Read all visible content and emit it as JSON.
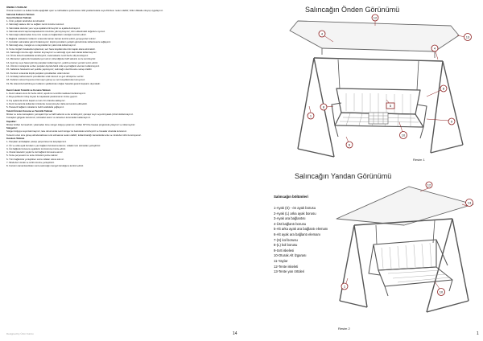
{
  "left_page": {
    "lines": [
      {
        "t": "ÖNEMLİ UYARILAR",
        "b": true
      },
      {
        "t": "Ürünün kurulum ve kullanımında aşağıdaki uyarı ve talimatlara uyulmaması ciddi yaralanmalara veya ölümlere neden olabilir; lütfen dikkatle okuyup uygulayınız."
      },
      {
        "t": "Salıncak Kullanım Talimatı",
        "b": true
      },
      {
        "t": "Genel Kullanım Talimatı",
        "b": true
      },
      {
        "t": "1- Ürün yetişkin tarafından kurulmalıdır."
      },
      {
        "t": "2- Salıncağı sadece düz ve sağlam zemin üzerine kurunuz."
      },
      {
        "t": "3- Salıncakta oturulan yere veya ayaklara binmeyiniz ve ayakta durmayınız."
      },
      {
        "t": "4- Salıncak azami taşıma kapasitesinin üzerinde yük koymayınız; ürün etiketindeki değerlere uyunuz."
      },
      {
        "t": "5- Salıncağı kullanmadan önce tüm cıvata ve bağlantıların sıkılığını kontrol ediniz."
      },
      {
        "t": "6- Bağlantı noktalarını kullanım sırasında zaman zaman kontrol ediniz, gevşeyenleri sıkınız."
      },
      {
        "t": "7- Çocukları salıncakta yalnız bırakmayınız; küçük çocukların yetişkin gözetiminde kullanmasını sağlayınız."
      },
      {
        "t": "8- Salıncağı ateş, mangal ve ısı kaynaklarının yakınında kullanmayınız."
      },
      {
        "t": "9- Tente rüzgârlı havalarda toplanmalı, sert hava koşullarında ürün kapalı alana alınmalıdır."
      },
      {
        "t": "10- Salıncağın üzerine ağır cisimler koymayınız ve salıncağı oyun aleti olarak kullanmayınız."
      },
      {
        "t": "11- Ürünü düzenli aralıklarla temizleyiniz; metal aksamı nemli bezle silip kurulayınız."
      },
      {
        "t": "12- Minderleri yağmurlu havalarda içeri alınız, kirlendiğinde hafif sabunlu su ile temizleyiniz."
      },
      {
        "t": "13- Aşınmış veya hasar görmüş parçaları kullanmayınız, yetkili servisten yenisini temin ediniz."
      },
      {
        "t": "14- Ürünün montajında verilen parçalar dışında farklı vida veya bağlantı elemanı kullanmayınız."
      },
      {
        "t": "15- Sallanma hareketini sert şekilde yapmayınız; salıncağın devrilmesine sebep olabilir."
      },
      {
        "t": "16- Kurulum sırasında küçük parçaları çocuklardan uzak tutunuz."
      },
      {
        "t": "17- Ambalaj malzemelerini çocuklardan uzak tutunuz ve geri dönüşüme veriniz."
      },
      {
        "t": "18- Kullanım süresi boyunca ürünü aşırı güneş ve nem koşullarından koruyunuz."
      },
      {
        "t": "19- Bu kılavuzda belirtilmeyen kullanım şekillerinden doğan hasarlar garanti kapsamı dışındadır."
      },
      {
        "t": ""
      },
      {
        "t": "Demir İskelet Temizlik ve Koruma Talimatı",
        "b": true
      },
      {
        "t": "1- Demir aksamı kuru bir bezle siliniz; aşındırıcı temizlik maddeleri kullanmayınız."
      },
      {
        "t": "2- Boya çiziklerini rötuş boyası ile kapatarak paslanmanın önüne geçiniz."
      },
      {
        "t": "3- Kış aylarında ürünü kapalı ve kuru bir ortamda saklayınız."
      },
      {
        "t": "4- Deniz kenarında kullanılan ürünlerde metal yüzeyler daha sık kontrol edilmelidir."
      },
      {
        "t": "5- Hareketli bağlantı noktalarını belirli aralıklarla yağlayınız."
      },
      {
        "t": "Tekstil Ürünleri Koruma ve Temizlik Talimatı",
        "b": true
      },
      {
        "t": "Minder ve tente kumaşlarını yumuşak fırça ve hafif sabunlu su ile temizleyiniz; çamaşır suyu veya kimyasal çözücü kullanmayınız."
      },
      {
        "t": "Kumaşları gölgede kurutunuz, sıkmadan asınız ve tamamen kurumadan katlamayınız."
      },
      {
        "t": "Kapaklar:",
        "b": true
      },
      {
        "t": "Minder kılıfları fermuarlıdır; yıkamadan önce sünger dolguyu çıkarınız, kılıfları 30°C'de hassas programda yıkayınız ve ütülemeyiniz."
      },
      {
        "t": "Süngerler:",
        "b": true
      },
      {
        "t": "Sünger dolguyu suya batırmayınız, leke durumunda nemli sünger ile bastırarak temizleyiniz ve havadar ortamda kurutunuz."
      },
      {
        "t": "Tentenin uzun süre güneş altında kalması renk solmasına neden olabilir; kullanılmadığı zamanlarda tente ve minderleri örtü ile koruyunuz."
      },
      {
        "t": "Kurulum Talimatı",
        "b": true
      },
      {
        "t": "1- Parçaları ambalajdan çıkarıp parça listesi ile karşılaştırınız."
      },
      {
        "t": "2- Ön ve arka ayak borularını yan bağlantı borularına takınız, vidaları tam sıkmadan yerleştiriniz."
      },
      {
        "t": "3- Üst bağlantı borusunu ayakların üst kısmına monte ediniz."
      },
      {
        "t": "4- Oturak iskeletini yaylar ile üst bağlantı borusuna asınız."
      },
      {
        "t": "5- Tente çerçevesini ve tente örtüsünü yerine takınız."
      },
      {
        "t": "6- Tüm bağlantılar yerleştikten sonra vidaları sıkıca sıkınız."
      },
      {
        "t": "7- Minderleri oturak ve sırtlık üzerine yerleştiriniz."
      },
      {
        "t": "8- Kurulum tamamlandıktan sonra salıncağın dengeli durduğunu kontrol ediniz."
      }
    ],
    "page_number": "14",
    "footer_brand": "Designed by Ürün Kurulu"
  },
  "right_page": {
    "front_view": {
      "title": "Salıncağın Önden Görünümü",
      "figure_label": "Resim 1"
    },
    "side_view": {
      "title": "Salıncağın Yandan Görünümü",
      "figure_label": "Resim 2"
    },
    "parts_heading": "Salıncağın bölümleri",
    "parts": [
      "1-Ayak (S) - ön ayak borusu",
      "2-Ayak (L) arka ayak borusu",
      "3-Ayak ara bağlantısı",
      "4-Üst bağlantı borusu",
      "5-Alt arka ayak ara bağlantı elemanı",
      "6-Alt ayak ara bağlantı elemanı",
      "7-(S) kol borusu",
      "8-(L) kol borusu",
      "9-Sırt iskelesi",
      "10-Oturak Alt İzgarası",
      "11-Yaylar",
      "12-Tente iskeleti",
      "13-Tente yan örtüleri"
    ],
    "callouts_front": [
      "12",
      "4",
      "13",
      "4",
      "5",
      "8",
      "9",
      "8",
      "1",
      "10",
      "6"
    ],
    "callouts_side": [
      "12",
      "13",
      "10",
      "1"
    ],
    "page_number": "1"
  },
  "colors": {
    "frame": "#555555",
    "callout_ring": "#8b1c1c",
    "canopy": "#f4f4f4"
  }
}
